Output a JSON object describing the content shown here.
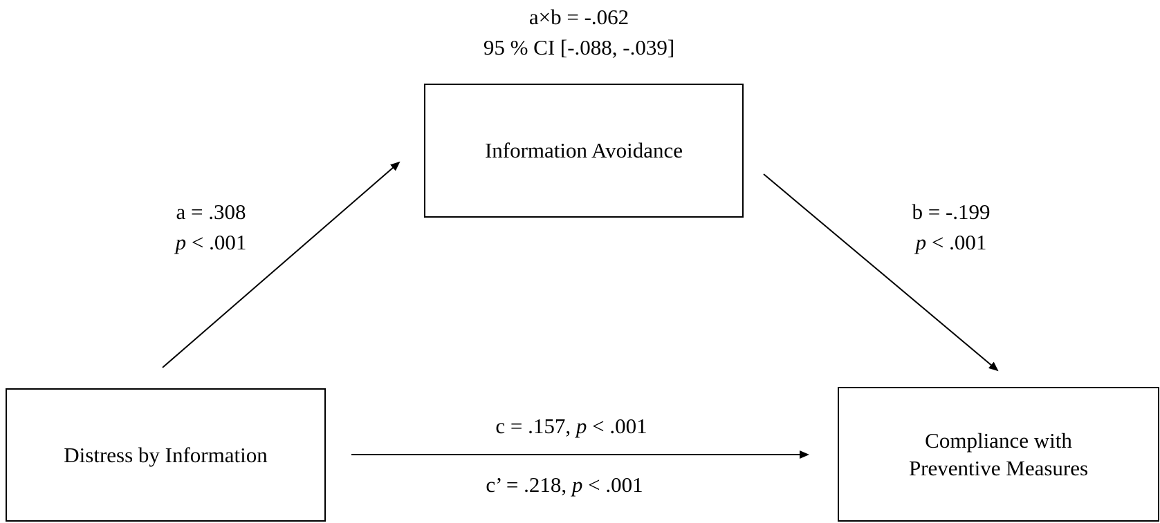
{
  "nodes": {
    "mediator": {
      "label": "Information Avoidance"
    },
    "predictor": {
      "label": "Distress by Information"
    },
    "outcome": {
      "label": "Compliance with\nPreventive Measures"
    }
  },
  "indirect_effect": {
    "line1": "a×b  = -.062",
    "line2": "95 % CI [-.088, -.039]"
  },
  "path_a": {
    "coef": "a = .308",
    "p_symbol": "p",
    "p_value": " < .001"
  },
  "path_b": {
    "coef": "b = -.199",
    "p_symbol": "p",
    "p_value": " < .001"
  },
  "path_c": {
    "coef": "c = .157, ",
    "p_symbol": "p",
    "p_value": " < .001"
  },
  "path_c_prime": {
    "coef": "c’ =  .218, ",
    "p_symbol": "p",
    "p_value": " < .001"
  },
  "colors": {
    "line": "#000000",
    "background": "#ffffff"
  }
}
